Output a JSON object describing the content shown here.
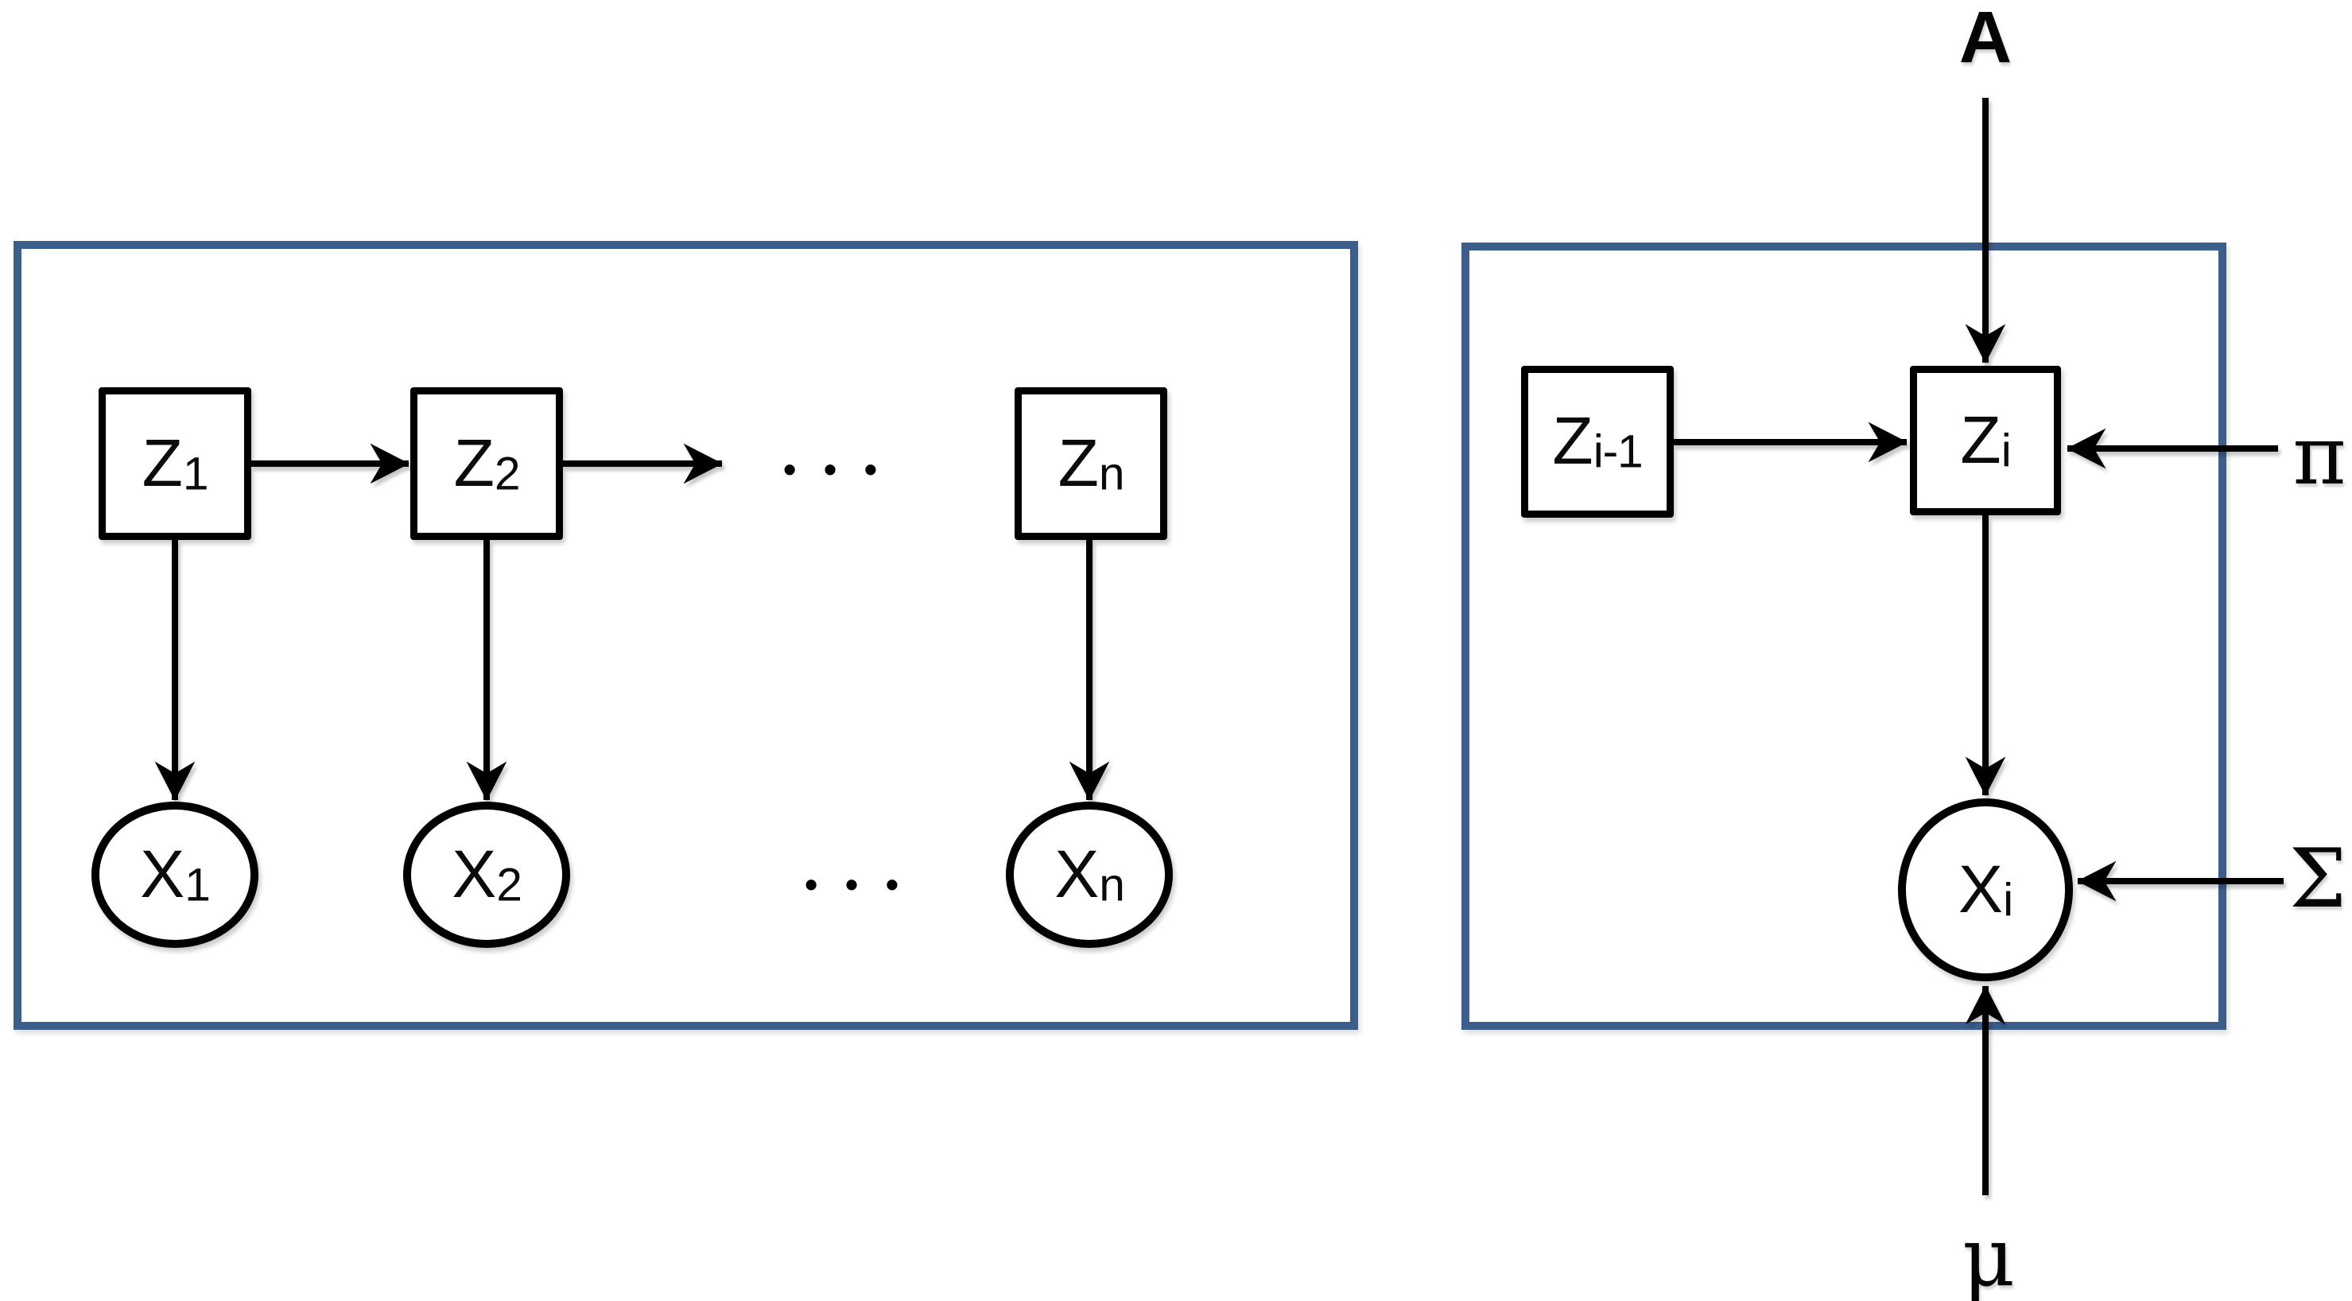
{
  "colors": {
    "panel_border": "#3B5E8B",
    "arrow": "#000000",
    "background": "#FFFFFF"
  },
  "left_panel": {
    "nodes": {
      "z1": {
        "main": "Z",
        "sub": "1"
      },
      "z2": {
        "main": "Z",
        "sub": "2"
      },
      "zn": {
        "main": "Z",
        "sub": "n"
      },
      "x1": {
        "main": "X",
        "sub": "1"
      },
      "x2": {
        "main": "X",
        "sub": "2"
      },
      "xn": {
        "main": "X",
        "sub": "n"
      }
    },
    "ellipsis_top": "• • •",
    "ellipsis_bottom": "• • •"
  },
  "right_panel": {
    "nodes": {
      "zi_prev": {
        "main": "Z",
        "sub": "i-1"
      },
      "zi": {
        "main": "Z",
        "sub": "i"
      },
      "xi": {
        "main": "X",
        "sub": "i"
      }
    },
    "params": {
      "transition": "A",
      "pi": "π",
      "sigma": "Σ",
      "mu": "μ"
    }
  }
}
